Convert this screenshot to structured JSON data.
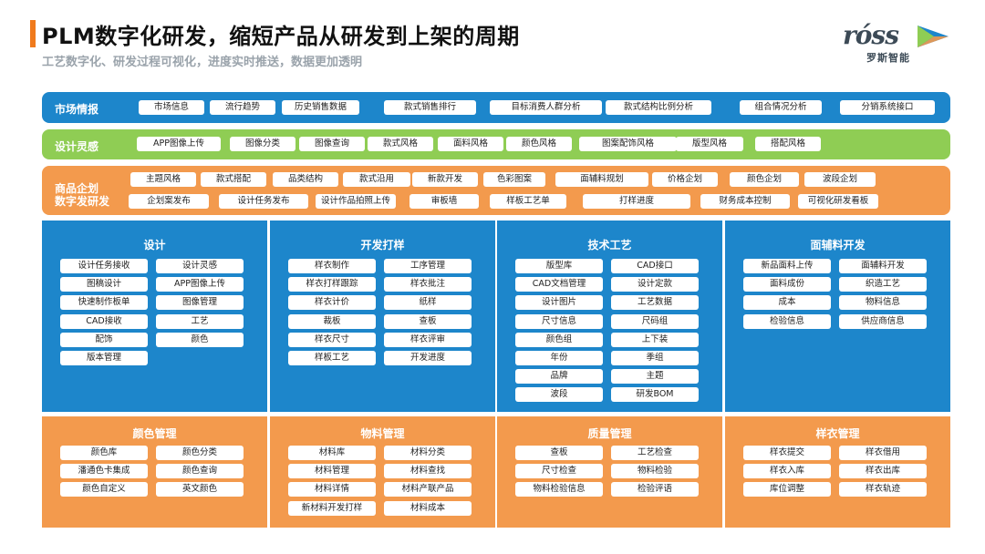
{
  "header": {
    "title": "PLM数字化研发，缩短产品从研发到上架的周期",
    "subtitle": "工艺数字化、研发过程可视化，进度实时推送，数据更加透明"
  },
  "logo": {
    "word": "róss",
    "cn": "罗斯智能",
    "colors": [
      "#1d86cb",
      "#8fcd54",
      "#f39a4d"
    ]
  },
  "bands": {
    "market": {
      "label": "市场情报",
      "color": "#1d86cb",
      "items": [
        "市场信息",
        "流行趋势",
        "历史销售数据",
        "款式销售排行",
        "目标消费人群分析",
        "款式结构比例分析",
        "组合情况分析",
        "分销系统接口"
      ]
    },
    "design": {
      "label": "设计灵感",
      "color": "#8fcd54",
      "items": [
        "APP图像上传",
        "图像分类",
        "图像查询",
        "款式风格",
        "面料风格",
        "颜色风格",
        "图案配饰风格",
        "版型风格",
        "搭配风格"
      ]
    },
    "plan": {
      "label_line1": "商品企划",
      "label_line2": "数字发研发",
      "color": "#f39a4d",
      "row1": [
        "主题风格",
        "款式搭配",
        "品类结构",
        "款式沿用",
        "新款开发",
        "色彩图案",
        "面辅料规划",
        "价格企划",
        "颜色企划",
        "波段企划"
      ],
      "row2": [
        "企划案发布",
        "设计任务发布",
        "设计作品拍照上传",
        "审板墙",
        "样板工艺单",
        "打样进度",
        "财务成本控制",
        "可视化研发看板"
      ]
    }
  },
  "panels_top": [
    {
      "title": "设计",
      "items": [
        "设计任务接收",
        "设计灵感",
        "图稿设计",
        "APP图像上传",
        "快速制作板单",
        "图像管理",
        "CAD接收",
        "工艺",
        "配饰",
        "颜色",
        "版本管理"
      ]
    },
    {
      "title": "开发打样",
      "items": [
        "样衣制作",
        "工序管理",
        "样衣打样跟踪",
        "样衣批注",
        "样衣计价",
        "纸样",
        "裁板",
        "查板",
        "样衣尺寸",
        "样衣评审",
        "样板工艺",
        "开发进度"
      ]
    },
    {
      "title": "技术工艺",
      "items": [
        "版型库",
        "CAD接口",
        "CAD文档管理",
        "设计定款",
        "设计图片",
        "工艺数据",
        "尺寸信息",
        "尺码组",
        "颜色组",
        "上下装",
        "年份",
        "季组",
        "品牌",
        "主题",
        "波段",
        "研发BOM"
      ]
    },
    {
      "title": "面辅料开发",
      "items": [
        "新品面料上传",
        "面辅料开发",
        "面料成份",
        "织造工艺",
        "成本",
        "物料信息",
        "检验信息",
        "供应商信息"
      ]
    }
  ],
  "panels_bottom": [
    {
      "title": "颜色管理",
      "items": [
        "颜色库",
        "颜色分类",
        "潘通色卡集成",
        "颜色查询",
        "颜色自定义",
        "英文颜色"
      ]
    },
    {
      "title": "物料管理",
      "items": [
        "材料库",
        "材料分类",
        "材料管理",
        "材料查找",
        "材料详情",
        "材料产联产品",
        "新材料开发打样",
        "材料成本"
      ]
    },
    {
      "title": "质量管理",
      "items": [
        "查板",
        "工艺检查",
        "尺寸检查",
        "物料检验",
        "物料检验信息",
        "检验评语"
      ]
    },
    {
      "title": "样衣管理",
      "items": [
        "样衣提交",
        "样衣借用",
        "样衣入库",
        "样衣出库",
        "库位调整",
        "样衣轨迹"
      ]
    }
  ]
}
